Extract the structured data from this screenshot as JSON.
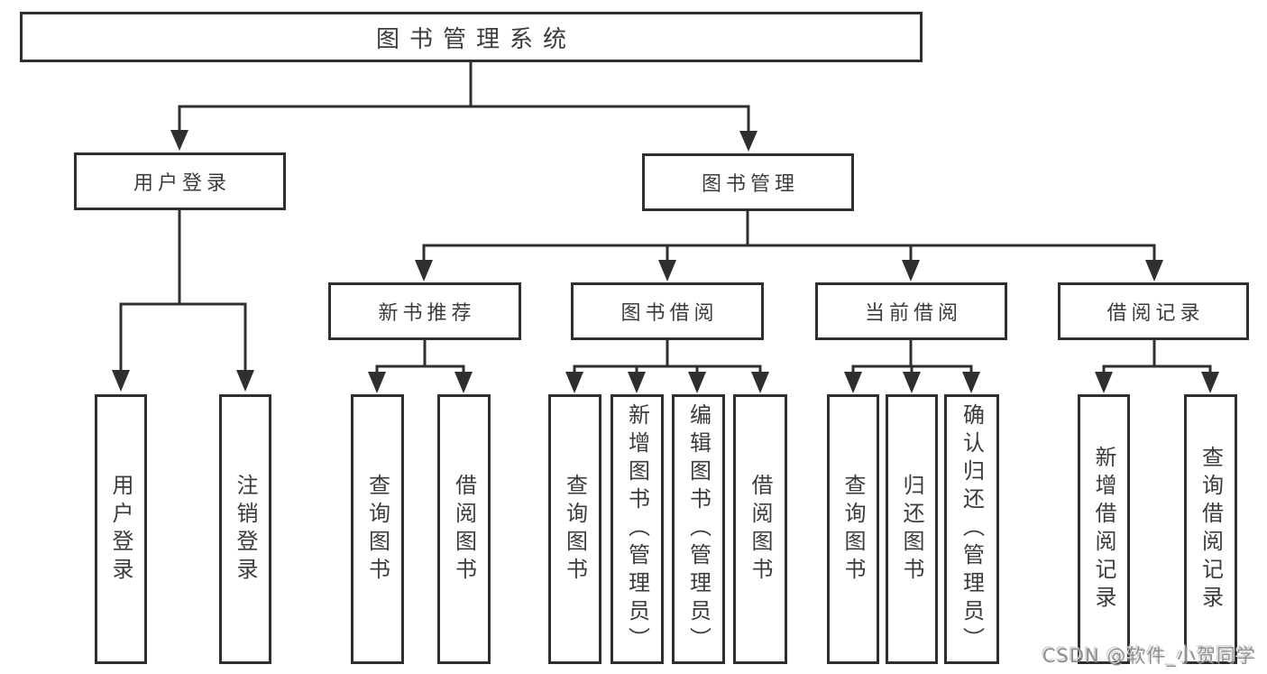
{
  "diagram": {
    "root": {
      "label": "图书管理系统"
    },
    "branches": [
      {
        "label": "用户登录",
        "children": [
          {
            "label": "用户登录"
          },
          {
            "label": "注销登录"
          }
        ]
      },
      {
        "label": "图书管理",
        "children": [
          {
            "label": "新书推荐",
            "children": [
              {
                "label": "查询图书"
              },
              {
                "label": "借阅图书"
              }
            ]
          },
          {
            "label": "图书借阅",
            "children": [
              {
                "label": "查询图书"
              },
              {
                "label": "新增图书（管理员）"
              },
              {
                "label": "编辑图书（管理员）"
              },
              {
                "label": "借阅图书"
              }
            ]
          },
          {
            "label": "当前借阅",
            "children": [
              {
                "label": "查询图书"
              },
              {
                "label": "归还图书"
              },
              {
                "label": "确认归还（管理员）"
              }
            ]
          },
          {
            "label": "借阅记录",
            "children": [
              {
                "label": "新增借阅记录"
              },
              {
                "label": "查询借阅记录"
              }
            ]
          }
        ]
      }
    ]
  },
  "watermark": {
    "text": "CSDN @软件_小贺同学"
  },
  "colors": {
    "line": "#2f2f2f",
    "text": "#3c3c3c",
    "watermark_text": "#8f8f8f",
    "background": "#ffffff"
  }
}
